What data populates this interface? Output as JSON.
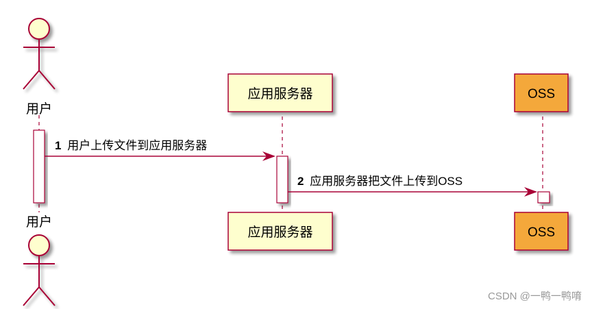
{
  "participants": [
    {
      "id": "user",
      "type": "actor",
      "label": "用户"
    },
    {
      "id": "server",
      "type": "participant",
      "label": "应用服务器"
    },
    {
      "id": "oss",
      "type": "participant",
      "label": "OSS"
    }
  ],
  "messages": [
    {
      "number": "1",
      "from": "user",
      "to": "server",
      "text": "用户上传文件到应用服务器"
    },
    {
      "number": "2",
      "from": "server",
      "to": "oss",
      "text": "应用服务器把文件上传到OSS"
    }
  ],
  "colors": {
    "border": "#A80036",
    "participant_fill": "#FEFECE",
    "oss_fill": "#F4A83B"
  },
  "watermark": "CSDN @一鸭一鸭唷"
}
